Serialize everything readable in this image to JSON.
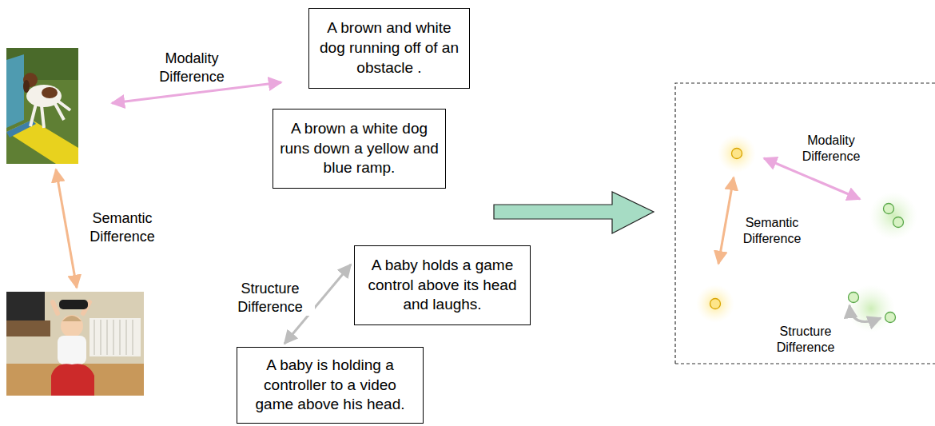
{
  "diagram": {
    "nodes": [
      {
        "text": [
          "A brown and white dog running off of an obstacle ."
        ]
      },
      {
        "text": [
          "A brown a white dog runs down a yellow and blue ramp."
        ]
      },
      {
        "text": [
          "A baby holds a game control above its head and laughs."
        ]
      },
      {
        "text": [
          "A baby is holding a controller to a video game above his head."
        ]
      }
    ],
    "edges": [
      {
        "from": 2,
        "to": 3,
        "label": "Structure Difference",
        "arrow": "both"
      }
    ],
    "labels": [
      "Modality Difference",
      "Semantic Difference",
      "Modality Difference",
      "Semantic Difference",
      "Structure Difference"
    ]
  }
}
